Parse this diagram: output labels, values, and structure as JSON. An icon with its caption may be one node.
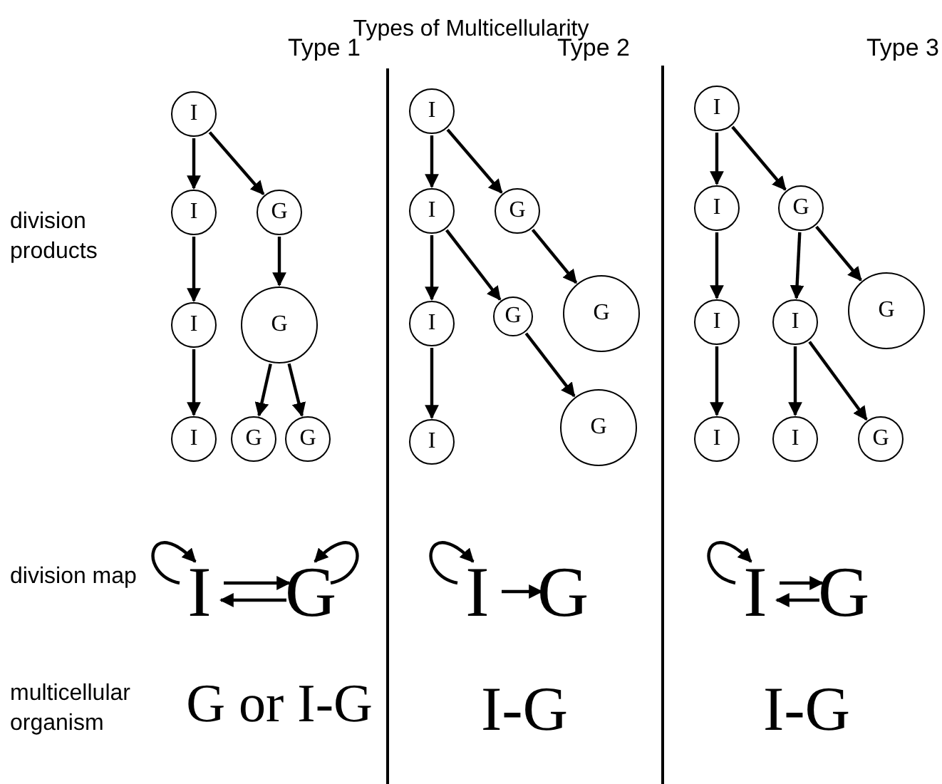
{
  "diagram": {
    "title": "Types of Multicellularity",
    "nodes": [
      {
        "text": [
          "I"
        ]
      },
      {
        "text": [
          "I"
        ]
      },
      {
        "text": [
          "G"
        ]
      },
      {
        "text": [
          "I"
        ]
      },
      {
        "text": [
          "G"
        ]
      },
      {
        "text": [
          "I"
        ]
      },
      {
        "text": [
          "G"
        ]
      },
      {
        "text": [
          "G"
        ]
      },
      {
        "text": [
          "I"
        ]
      },
      {
        "text": [
          "I"
        ]
      },
      {
        "text": [
          "G"
        ]
      },
      {
        "text": [
          "I"
        ]
      },
      {
        "text": [
          "G"
        ]
      },
      {
        "text": [
          "G"
        ]
      },
      {
        "text": [
          "I"
        ]
      },
      {
        "text": [
          "G"
        ]
      },
      {
        "text": [
          "I"
        ]
      },
      {
        "text": [
          "I"
        ]
      },
      {
        "text": [
          "G"
        ]
      },
      {
        "text": [
          "I"
        ]
      },
      {
        "text": [
          "I"
        ]
      },
      {
        "text": [
          "G"
        ]
      },
      {
        "text": [
          "I"
        ]
      },
      {
        "text": [
          "I"
        ]
      },
      {
        "text": [
          "G"
        ]
      },
      {
        "text": [
          "I"
        ]
      },
      {
        "text": [
          "G"
        ]
      },
      {
        "text": [
          "I"
        ]
      },
      {
        "text": [
          "G"
        ]
      },
      {
        "text": [
          "I"
        ]
      },
      {
        "text": [
          "G"
        ]
      }
    ],
    "edges": [
      {
        "from": 0,
        "to": 1,
        "arrow": "to"
      },
      {
        "from": 0,
        "to": 2,
        "arrow": "to"
      },
      {
        "from": 1,
        "to": 3,
        "arrow": "to"
      },
      {
        "from": 2,
        "to": 4,
        "arrow": "to"
      },
      {
        "from": 3,
        "to": 5,
        "arrow": "to"
      },
      {
        "from": 4,
        "to": 6,
        "arrow": "to"
      },
      {
        "from": 4,
        "to": 7,
        "arrow": "to"
      },
      {
        "from": 8,
        "to": 9,
        "arrow": "to"
      },
      {
        "from": 8,
        "to": 10,
        "arrow": "to"
      },
      {
        "from": 9,
        "to": 11,
        "arrow": "to"
      },
      {
        "from": 9,
        "to": 12,
        "arrow": "to"
      },
      {
        "from": 10,
        "to": 13,
        "arrow": "to"
      },
      {
        "from": 11,
        "to": 14,
        "arrow": "to"
      },
      {
        "from": 12,
        "to": 15,
        "arrow": "to"
      },
      {
        "from": 16,
        "to": 17,
        "arrow": "to"
      },
      {
        "from": 16,
        "to": 18,
        "arrow": "to"
      },
      {
        "from": 17,
        "to": 19,
        "arrow": "to"
      },
      {
        "from": 18,
        "to": 20,
        "arrow": "to"
      },
      {
        "from": 18,
        "to": 21,
        "arrow": "to"
      },
      {
        "from": 19,
        "to": 22,
        "arrow": "to"
      },
      {
        "from": 20,
        "to": 23,
        "arrow": "to"
      },
      {
        "from": 20,
        "to": 24,
        "arrow": "to"
      },
      {
        "from": 25,
        "to": 25,
        "arrow": "to"
      },
      {
        "from": 25,
        "to": 26,
        "arrow": "to"
      },
      {
        "from": 26,
        "to": 25,
        "arrow": "to"
      },
      {
        "from": 26,
        "to": 26,
        "arrow": "to"
      },
      {
        "from": 27,
        "to": 27,
        "arrow": "to"
      },
      {
        "from": 27,
        "to": 28,
        "arrow": "to"
      },
      {
        "from": 29,
        "to": 29,
        "arrow": "to"
      },
      {
        "from": 29,
        "to": 30,
        "arrow": "to"
      },
      {
        "from": 30,
        "to": 29,
        "arrow": "to"
      }
    ],
    "labels": [
      "Type 1",
      "Type 2",
      "Type 3",
      "division products",
      "division map",
      "multicellular organism",
      "G or I-G",
      "I-G",
      "I-G"
    ]
  }
}
